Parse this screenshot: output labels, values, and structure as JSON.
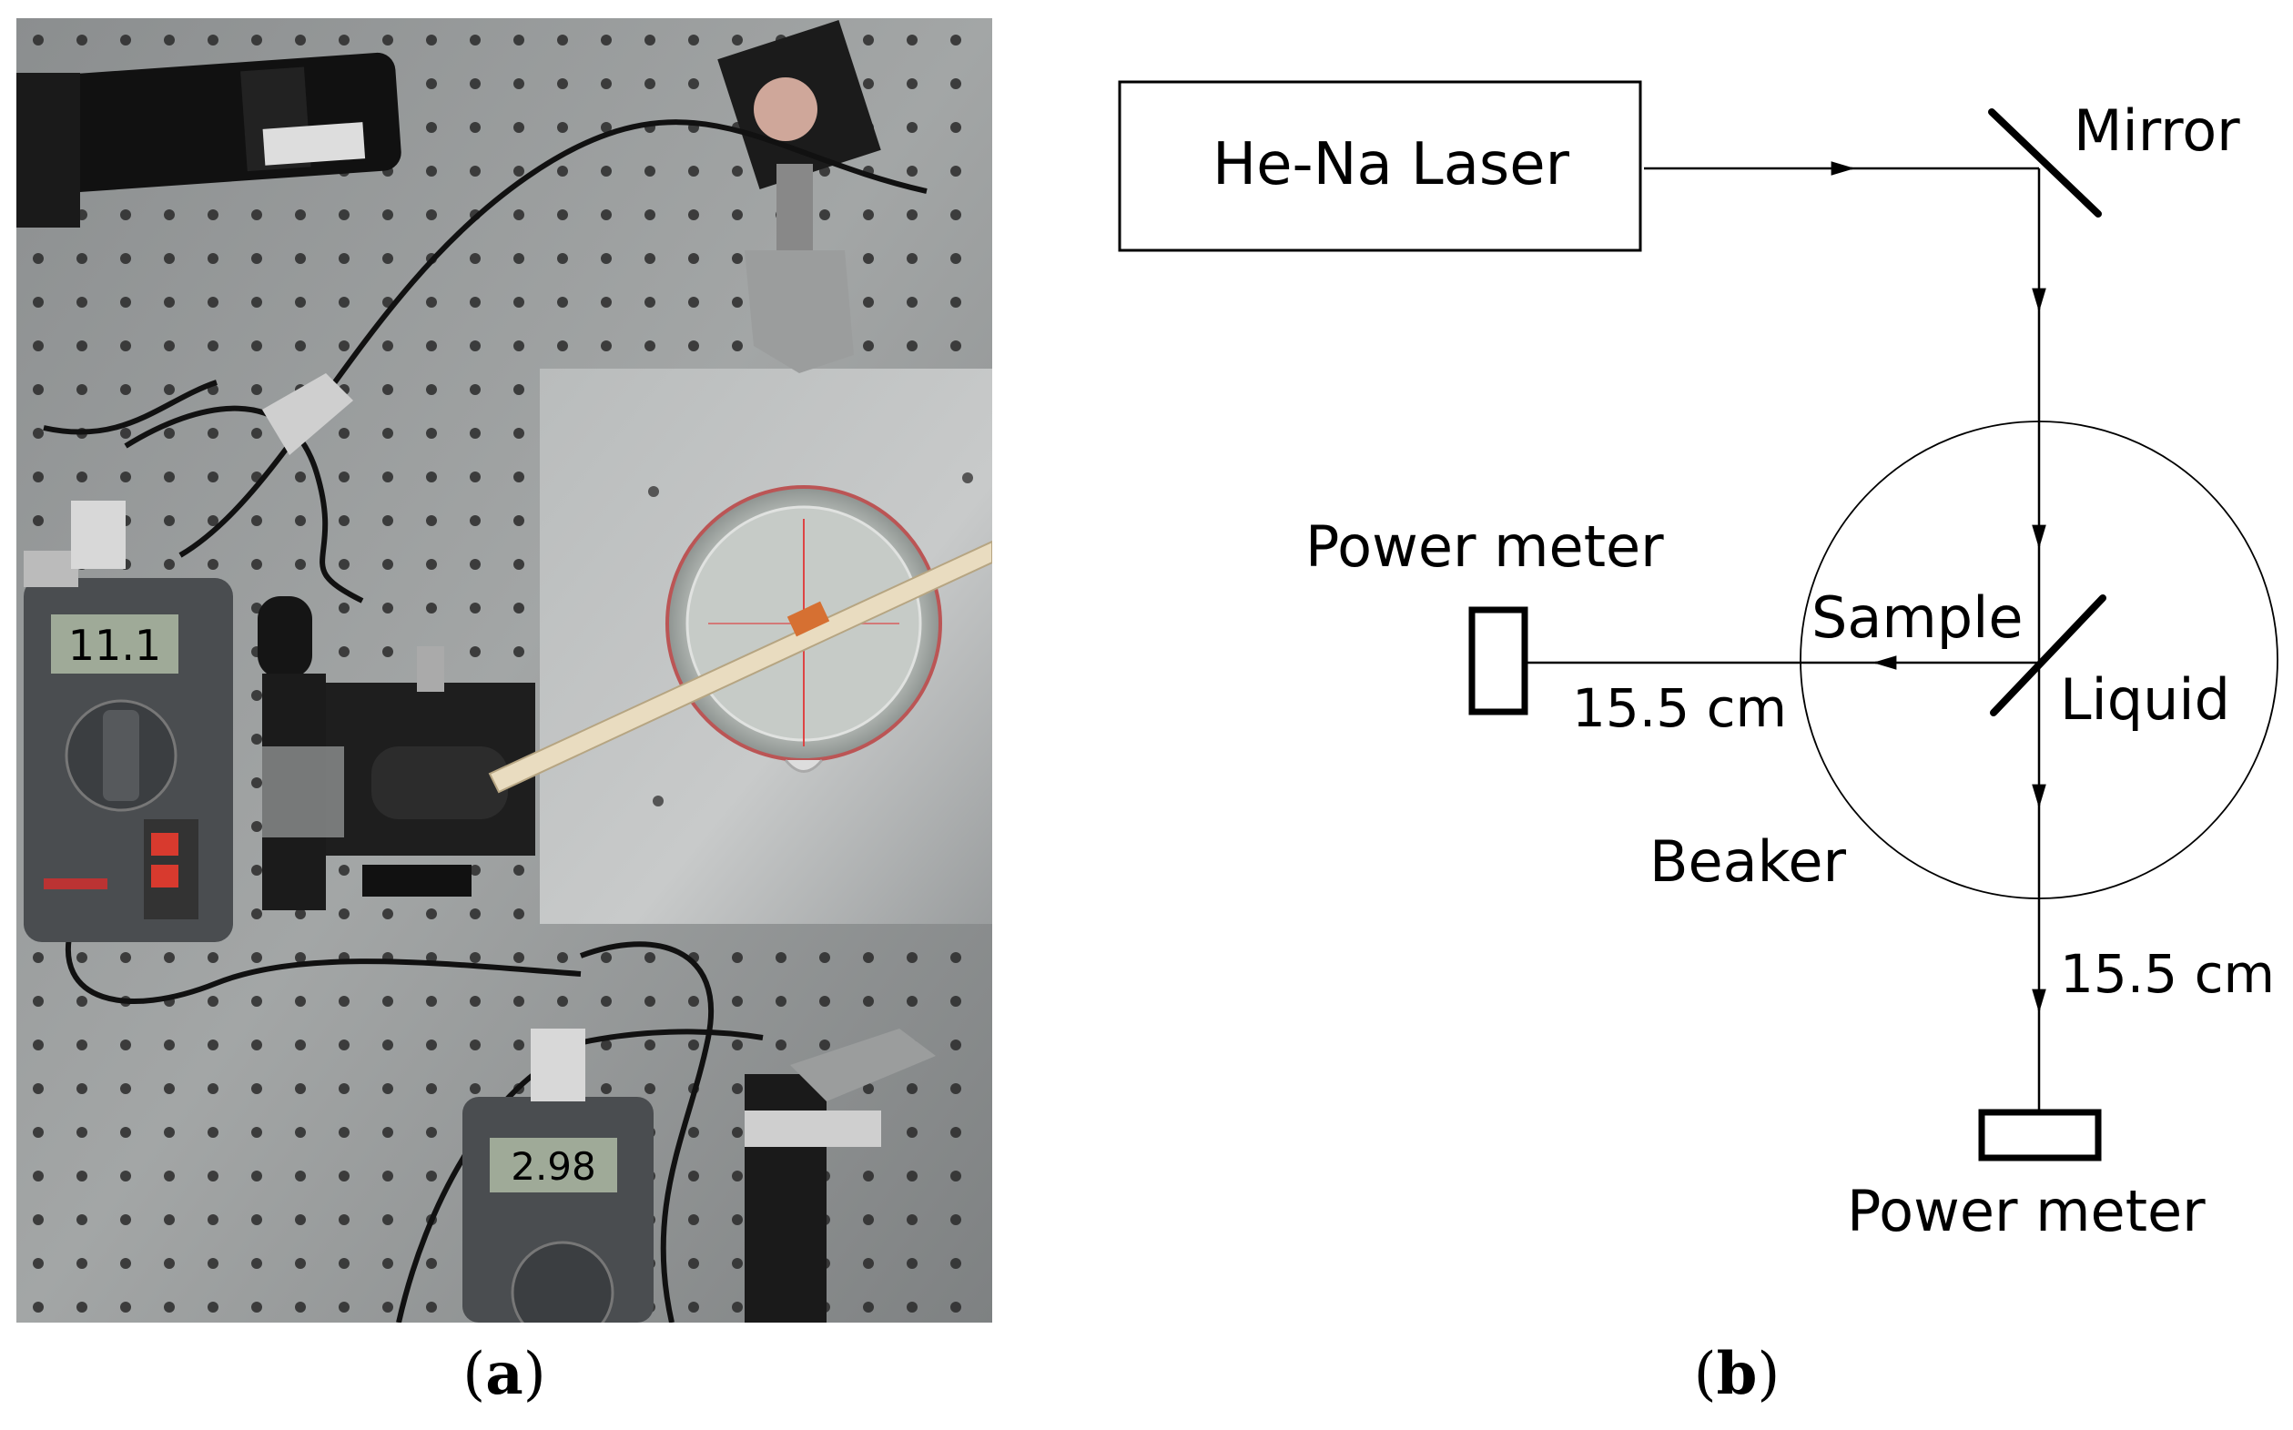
{
  "panels": {
    "a": {
      "caption_open": "(",
      "caption_letter": "a",
      "caption_close": ")"
    },
    "b": {
      "caption_open": "(",
      "caption_letter": "b",
      "caption_close": ")"
    }
  },
  "photo": {
    "meter_left_reading": "11.1",
    "meter_bottom_reading": "2.98"
  },
  "diagram": {
    "laser_label": "He-Na Laser",
    "mirror_label": "Mirror",
    "sample_label": "Sample",
    "liquid_label": "Liquid",
    "beaker_label": "Beaker",
    "power_meter_left_label": "Power meter",
    "power_meter_bottom_label": "Power meter",
    "distance_horizontal": "15.5 cm",
    "distance_vertical": "15.5 cm"
  }
}
